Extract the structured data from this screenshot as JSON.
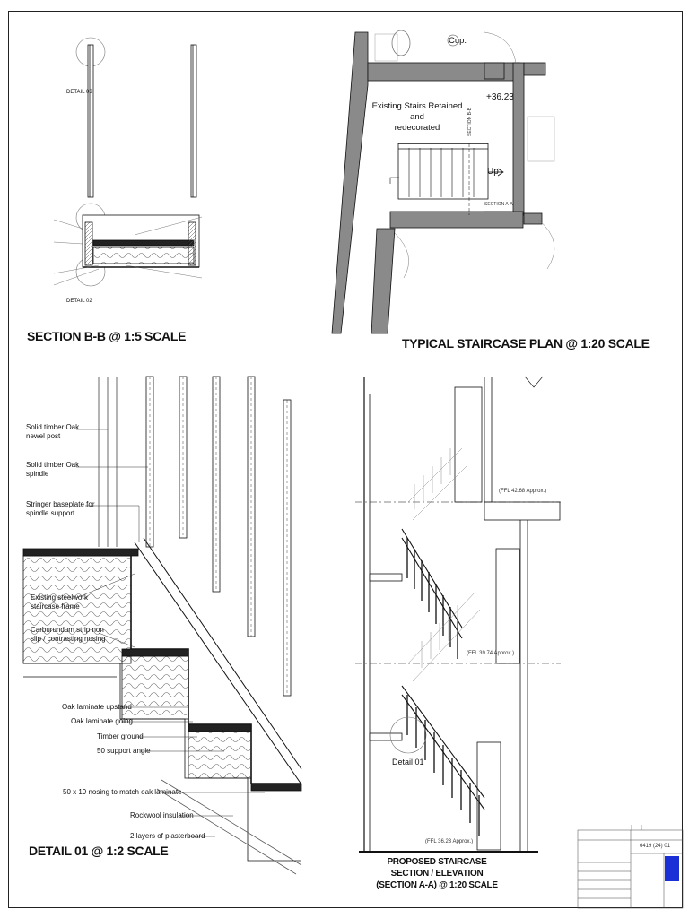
{
  "titles": {
    "section_bb": "SECTION B-B @ 1:5 SCALE",
    "plan": "TYPICAL STAIRCASE PLAN @ 1:20 SCALE",
    "detail01": "DETAIL 01 @ 1:2 SCALE",
    "elevation_line1": "PROPOSED STAIRCASE SECTION / ELEVATION",
    "elevation_line2": "(SECTION A-A) @ 1:20 SCALE"
  },
  "section_bb": {
    "detail03": "DETAIL 03",
    "detail02": "DETAIL 02"
  },
  "plan": {
    "cup": "Cup.",
    "level": "+36.23",
    "existing_line1": "Existing Stairs Retained and",
    "existing_line2": "redecorated",
    "section_bb_marker": "SECTION B-B",
    "up": "Up",
    "section_aa_marker": "SECTION A-A"
  },
  "detail01_labels": {
    "newel_line1": "Solid timber Oak",
    "newel_line2": "newel post",
    "spindle_line1": "Solid timber Oak",
    "spindle_line2": "spindle",
    "stringer_line1": "Stringer baseplate for",
    "stringer_line2": "spindle support",
    "steel_line1": "Existing steelwork",
    "steel_line2": "staircase frame",
    "carb_line1": "Carburundum strip non",
    "carb_line2": "slip / contrasting nosing",
    "upstand": "Oak laminate upstand",
    "going": "Oak laminate going",
    "ground": "Timber ground",
    "angle": "50 support angle",
    "nosing": "50 x 19 nosing to match oak laminate",
    "rockwool": "Rockwool insulation",
    "plaster": "2 layers of plasterboard"
  },
  "elevation": {
    "ffl_top": "(FFL 42.68 Approx.)",
    "ffl_mid": "(FFL 39.74 Approx.)",
    "ffl_bot": "(FFL 36.23 Approx.)",
    "detail": "Detail 01"
  },
  "title_block": {
    "drawing_no": "6419 (24) 01"
  },
  "colors": {
    "ink": "#111111",
    "wall_fill": "#8a8a8a",
    "logo_blue": "#1a2fd6"
  }
}
